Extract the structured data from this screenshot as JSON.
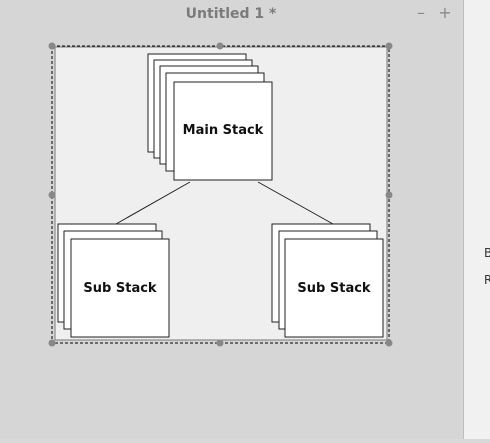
{
  "window": {
    "title": "Untitled 1 *",
    "minimize_label": "–",
    "maximize_label": "+"
  },
  "diagram": {
    "main": {
      "label": "Main Stack"
    },
    "sub_left": {
      "label": "Sub Stack"
    },
    "sub_right": {
      "label": "Sub Stack"
    }
  },
  "side_panel": {
    "label_1": "B",
    "label_2": "Re"
  },
  "colors": {
    "background": "#d6d6d6",
    "frame_fill": "#efefef",
    "card_fill": "#ffffff",
    "card_stroke": "#222222",
    "handle": "#888888"
  }
}
